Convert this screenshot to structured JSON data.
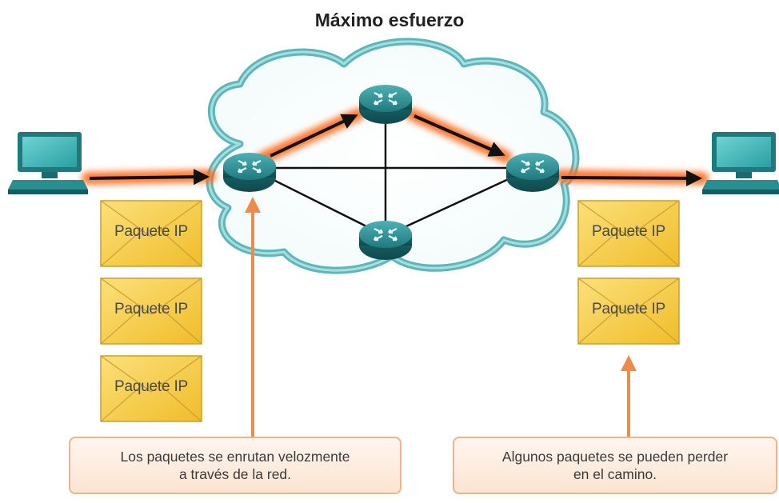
{
  "title": "Máximo esfuerzo",
  "packet_label": "Paquete IP",
  "left_packets": [
    "Paquete IP",
    "Paquete IP",
    "Paquete IP"
  ],
  "right_packets": [
    "Paquete IP",
    "Paquete IP"
  ],
  "callout_left": {
    "line1": "Los paquetes se enrutan velozmente",
    "line2": "a través de la red."
  },
  "callout_right": {
    "line1": "Algunos paquetes se pueden perder",
    "line2": "en el camino."
  },
  "colors": {
    "cloud_stroke": "#5db7ba",
    "router": "#2e8f92",
    "path_glow": "#ff7a2e",
    "callout_border": "#f1b28a",
    "callout_arrow": "#f08a4b",
    "envelope": "#f6cf4d"
  },
  "icons": [
    "computer-icon",
    "router-icon",
    "envelope-icon",
    "cloud-icon"
  ]
}
